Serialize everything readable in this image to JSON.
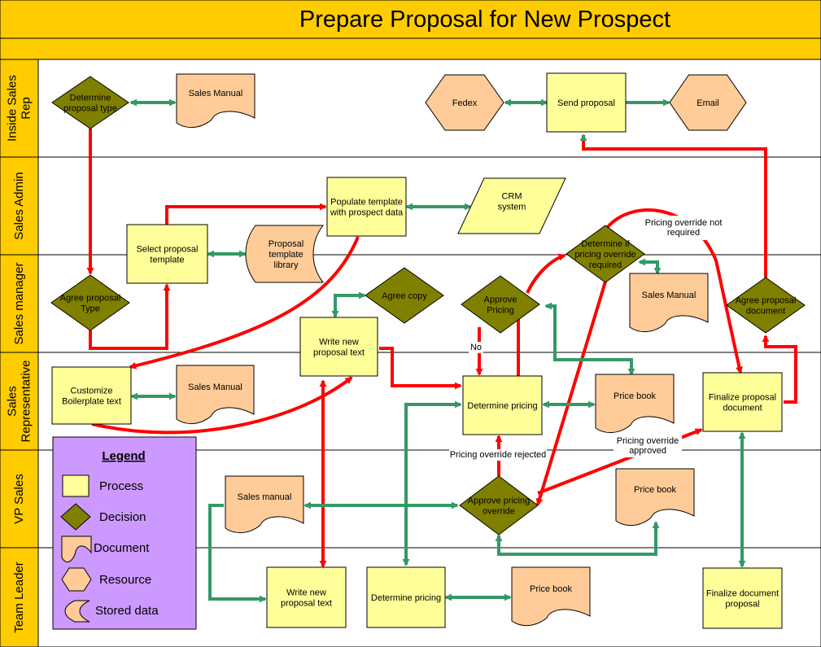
{
  "title": "Prepare Proposal for New Prospect",
  "colors": {
    "header": "#FFCC00",
    "process": "#FFFF99",
    "decision": "#808000",
    "document": "#FFCC99",
    "legend_bg": "#CC99FF",
    "flow_red": "#FF0000",
    "flow_green": "#339966"
  },
  "lanes": [
    {
      "label": "Inside Sales Rep"
    },
    {
      "label": "Sales Admin"
    },
    {
      "label": "Sales manager"
    },
    {
      "label": "Sales Representative"
    },
    {
      "label": "VP Sales"
    },
    {
      "label": "Team Leader"
    }
  ],
  "nodes": {
    "determine_type": {
      "lines": [
        "Determine",
        "proposal type"
      ]
    },
    "sales_manual_isr": {
      "lines": [
        "Sales Manual"
      ]
    },
    "fedex": {
      "lines": [
        "Fedex"
      ]
    },
    "send_proposal": {
      "lines": [
        "Send proposal"
      ]
    },
    "email": {
      "lines": [
        "Email"
      ]
    },
    "populate_template": {
      "lines": [
        "Populate template",
        "with prospect data"
      ]
    },
    "crm_system": {
      "lines": [
        "CRM",
        "system"
      ]
    },
    "select_template": {
      "lines": [
        "Select proposal",
        "template"
      ]
    },
    "template_library": {
      "lines": [
        "Proposal",
        "template",
        "library"
      ]
    },
    "determine_override": {
      "lines": [
        "Determine if",
        "pricing override",
        "required"
      ]
    },
    "agree_type": {
      "lines": [
        "Agree proposal",
        "Type"
      ]
    },
    "agree_copy": {
      "lines": [
        "Agree copy"
      ]
    },
    "approve_pricing": {
      "lines": [
        "Approve",
        "Pricing"
      ]
    },
    "sales_manual_mgr": {
      "lines": [
        "Sales Manual"
      ]
    },
    "agree_document": {
      "lines": [
        "Agree proposal",
        "document"
      ]
    },
    "write_text_rep": {
      "lines": [
        "Write new",
        "proposal text"
      ]
    },
    "customize_boilerplate": {
      "lines": [
        "Customize",
        "Boilerplate text"
      ]
    },
    "sales_manual_rep": {
      "lines": [
        "Sales Manual"
      ]
    },
    "determine_pricing_rep": {
      "lines": [
        "Determine pricing"
      ]
    },
    "price_book_rep": {
      "lines": [
        "Price book"
      ]
    },
    "finalize_document": {
      "lines": [
        "Finalize proposal",
        "document"
      ]
    },
    "sales_manual_vp": {
      "lines": [
        "Sales manual"
      ]
    },
    "approve_override": {
      "lines": [
        "Approve pricing",
        "override"
      ]
    },
    "price_book_vp": {
      "lines": [
        "Price book"
      ]
    },
    "write_text_tl": {
      "lines": [
        "Write new",
        "proposal text"
      ]
    },
    "determine_pricing_tl": {
      "lines": [
        "Determine pricing"
      ]
    },
    "price_book_tl": {
      "lines": [
        "Price book"
      ]
    },
    "finalize_tl": {
      "lines": [
        "Finalize document",
        "proposal"
      ]
    }
  },
  "edge_labels": {
    "override_not_required": [
      "Pricing override not",
      "required"
    ],
    "no": [
      "No"
    ],
    "override_rejected": [
      "Pricing override rejected"
    ],
    "override_approved": [
      "Pricing override",
      "approved"
    ]
  },
  "legend": {
    "title": "Legend",
    "items": [
      {
        "shape": "process",
        "label": "Process"
      },
      {
        "shape": "decision",
        "label": "Decision"
      },
      {
        "shape": "document",
        "label": "Document"
      },
      {
        "shape": "resource",
        "label": "Resource"
      },
      {
        "shape": "stored-data",
        "label": "Stored data"
      }
    ]
  }
}
